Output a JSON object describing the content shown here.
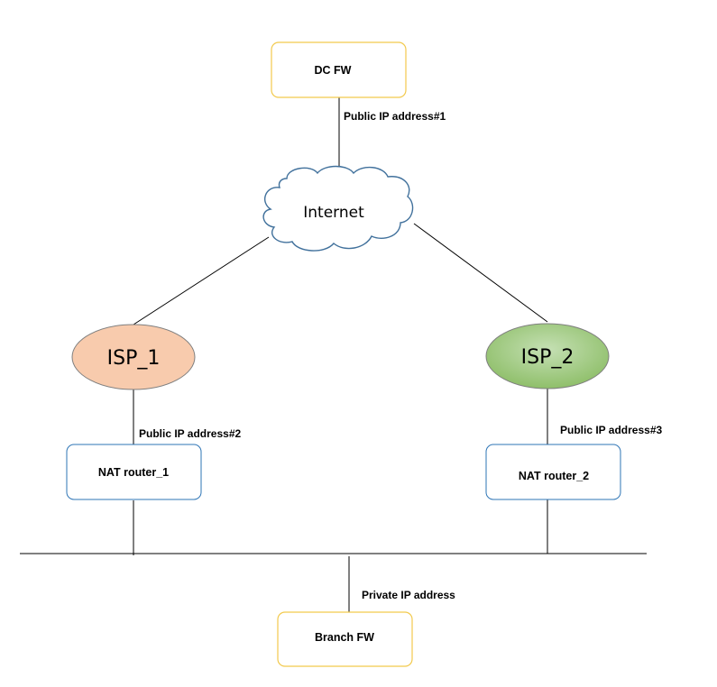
{
  "nodes": {
    "dc_fw": {
      "label": "DC FW"
    },
    "internet": {
      "label": "Internet"
    },
    "isp_1": {
      "label": "ISP_1"
    },
    "isp_2": {
      "label": "ISP_2"
    },
    "nat_router_1": {
      "label": "NAT router_1"
    },
    "nat_router_2": {
      "label": "NAT router_2"
    },
    "branch_fw": {
      "label": "Branch FW"
    }
  },
  "edges": {
    "dc_to_internet": {
      "label": "Public IP address#1"
    },
    "isp1_to_nat1": {
      "label": "Public IP address#2"
    },
    "isp2_to_nat2": {
      "label": "Public IP address#3"
    },
    "lan_to_branch": {
      "label": "Private IP address"
    }
  },
  "colors": {
    "dc_fw_border": "#f2c94c",
    "branch_fw_border": "#f2c94c",
    "nat_border": "#2e75b6",
    "cloud_stroke": "#41719c",
    "isp_1_fill": "#f8cbad",
    "isp_2_fill": "#a9d18e",
    "isp_stroke": "#7f7f7f",
    "line": "#000000"
  }
}
